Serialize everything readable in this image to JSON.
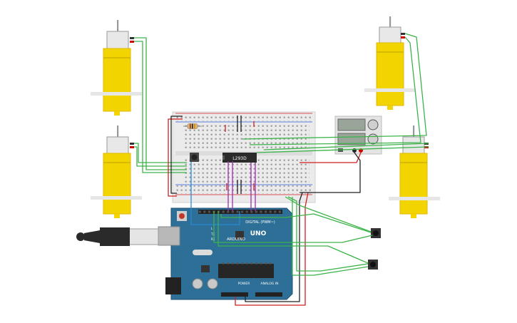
{
  "components": {
    "driver_chip": {
      "label": "L293D"
    },
    "arduino": {
      "model": "UNO",
      "brand": "ARDUINO",
      "digital_label": "DIGITAL (PWM~)",
      "power_label": "POWER",
      "analog_label": "ANALOG IN",
      "tx_label": "TX",
      "rx_label": "RX",
      "l_label": "L"
    },
    "motors": [
      {
        "name": "motor-top-left"
      },
      {
        "name": "motor-mid-left"
      },
      {
        "name": "motor-top-right"
      },
      {
        "name": "motor-mid-right"
      }
    ],
    "power_supply": {
      "name": "power-supply"
    },
    "pushbuttons": [
      {
        "name": "pushbutton-1"
      },
      {
        "name": "pushbutton-2"
      }
    ]
  },
  "colors": {
    "wire_green": "#3cb44a",
    "wire_red": "#d21f1f",
    "wire_black": "#222222",
    "wire_purple": "#9b2fae",
    "wire_blue": "#2a8bd8",
    "motor_yellow": "#f2d400",
    "board_blue": "#2d6f96",
    "breadboard": "#e9e9e9"
  }
}
